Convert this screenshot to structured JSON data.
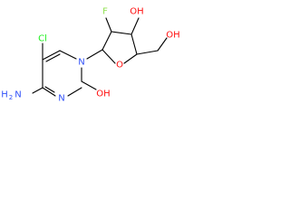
{
  "molecule": {
    "colors": {
      "bond": "#000000",
      "carbon_text": "#000000",
      "nitrogen": "#3050f8",
      "oxygen": "#ff0d0d",
      "chlorine": "#1ff01f",
      "fluorine": "#90e050"
    },
    "atoms": {
      "cl": "Cl",
      "n1": "N",
      "n3": "N",
      "nh2_h2": "H",
      "nh2_n": "N",
      "oh_ring": "OH",
      "f": "F",
      "ring_o": "O",
      "oh_sugar": "OH",
      "oh_ch2": "OH"
    }
  }
}
